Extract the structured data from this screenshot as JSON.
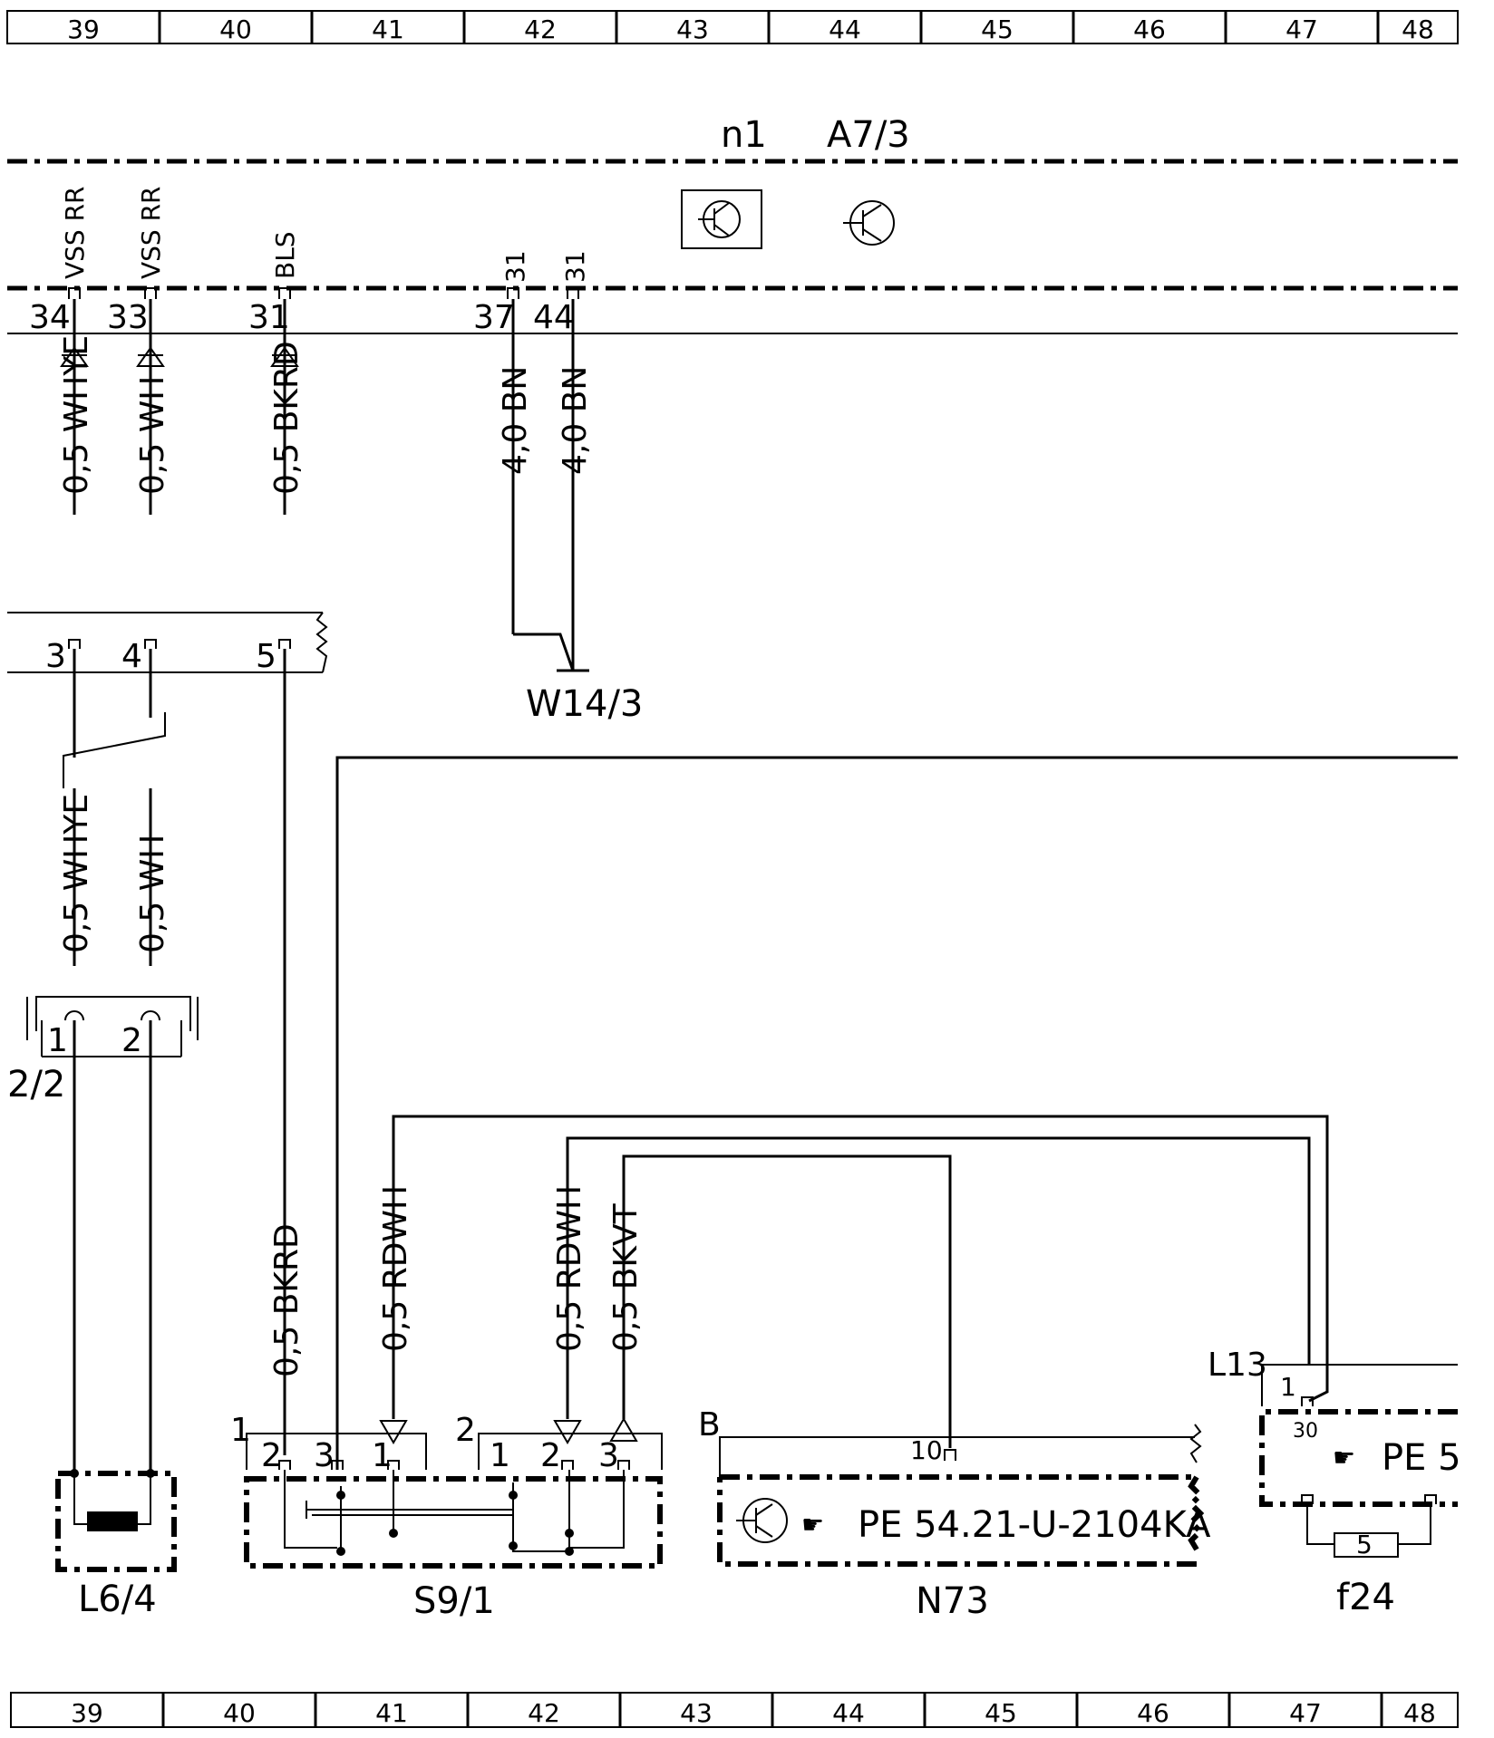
{
  "grid": {
    "columns": [
      "39",
      "40",
      "41",
      "42",
      "43",
      "44",
      "45",
      "46",
      "47",
      "48"
    ]
  },
  "modules": {
    "n1": "n1",
    "a7_3": "A7/3"
  },
  "top_connector": {
    "pins": [
      {
        "pin": "34",
        "signal": "VSS RR",
        "wire": "0,5 WHYE"
      },
      {
        "pin": "33",
        "signal": "VSS RR",
        "wire": "0,5 WH"
      },
      {
        "pin": "31",
        "signal": "BLS",
        "wire": "0,5 BKRD"
      },
      {
        "pin": "37",
        "signal": "31",
        "wire": "4,0 BN"
      },
      {
        "pin": "44",
        "signal": "31",
        "wire": "4,0 BN"
      }
    ]
  },
  "mid_connector": {
    "pins": [
      "3",
      "4",
      "5"
    ]
  },
  "ground": "W14/3",
  "lower_wires": {
    "whye": "0,5 WHYE",
    "wh": "0,5 WH",
    "bkrd": "0,5 BKRD",
    "rdwh1": "0,5 RDWH",
    "rdwh2": "0,5 RDWH",
    "bkvt": "0,5 BKVT"
  },
  "sensor_connector": {
    "label": "2/2",
    "pins": [
      "1",
      "2"
    ]
  },
  "components": {
    "l6_4": "L6/4",
    "s9_1": "S9/1",
    "s9_1_plug1": "1",
    "s9_1_plug1_pins": [
      "2",
      "3",
      "1"
    ],
    "s9_1_plug2": "2",
    "s9_1_plug2_pins": [
      "1",
      "2",
      "3"
    ],
    "n73": "N73",
    "n73_plug": "B",
    "n73_pin": "10",
    "n73_ref": "PE 54.21-U-2104KA",
    "l13": "L13",
    "l13_pin": "1",
    "l13_term": "30",
    "l13_ref": "PE 5",
    "f24": "f24",
    "f24_value": "5"
  }
}
